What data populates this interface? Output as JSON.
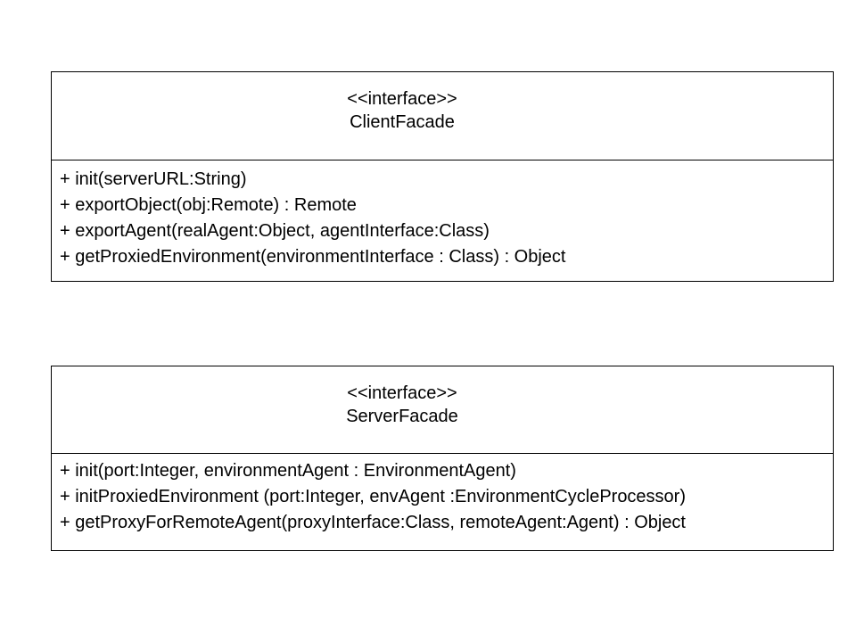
{
  "client_facade": {
    "stereotype": "<<interface>>",
    "name": "ClientFacade",
    "operations": [
      "+ init(serverURL:String)",
      "+ exportObject(obj:Remote) : Remote",
      "+ exportAgent(realAgent:Object, agentInterface:Class)",
      "+ getProxiedEnvironment(environmentInterface : Class) : Object"
    ]
  },
  "server_facade": {
    "stereotype": "<<interface>>",
    "name": "ServerFacade",
    "operations": [
      "+ init(port:Integer, environmentAgent : EnvironmentAgent)",
      "+ initProxiedEnvironment (port:Integer, envAgent :EnvironmentCycleProcessor)",
      "+ getProxyForRemoteAgent(proxyInterface:Class, remoteAgent:Agent) : Object"
    ]
  }
}
